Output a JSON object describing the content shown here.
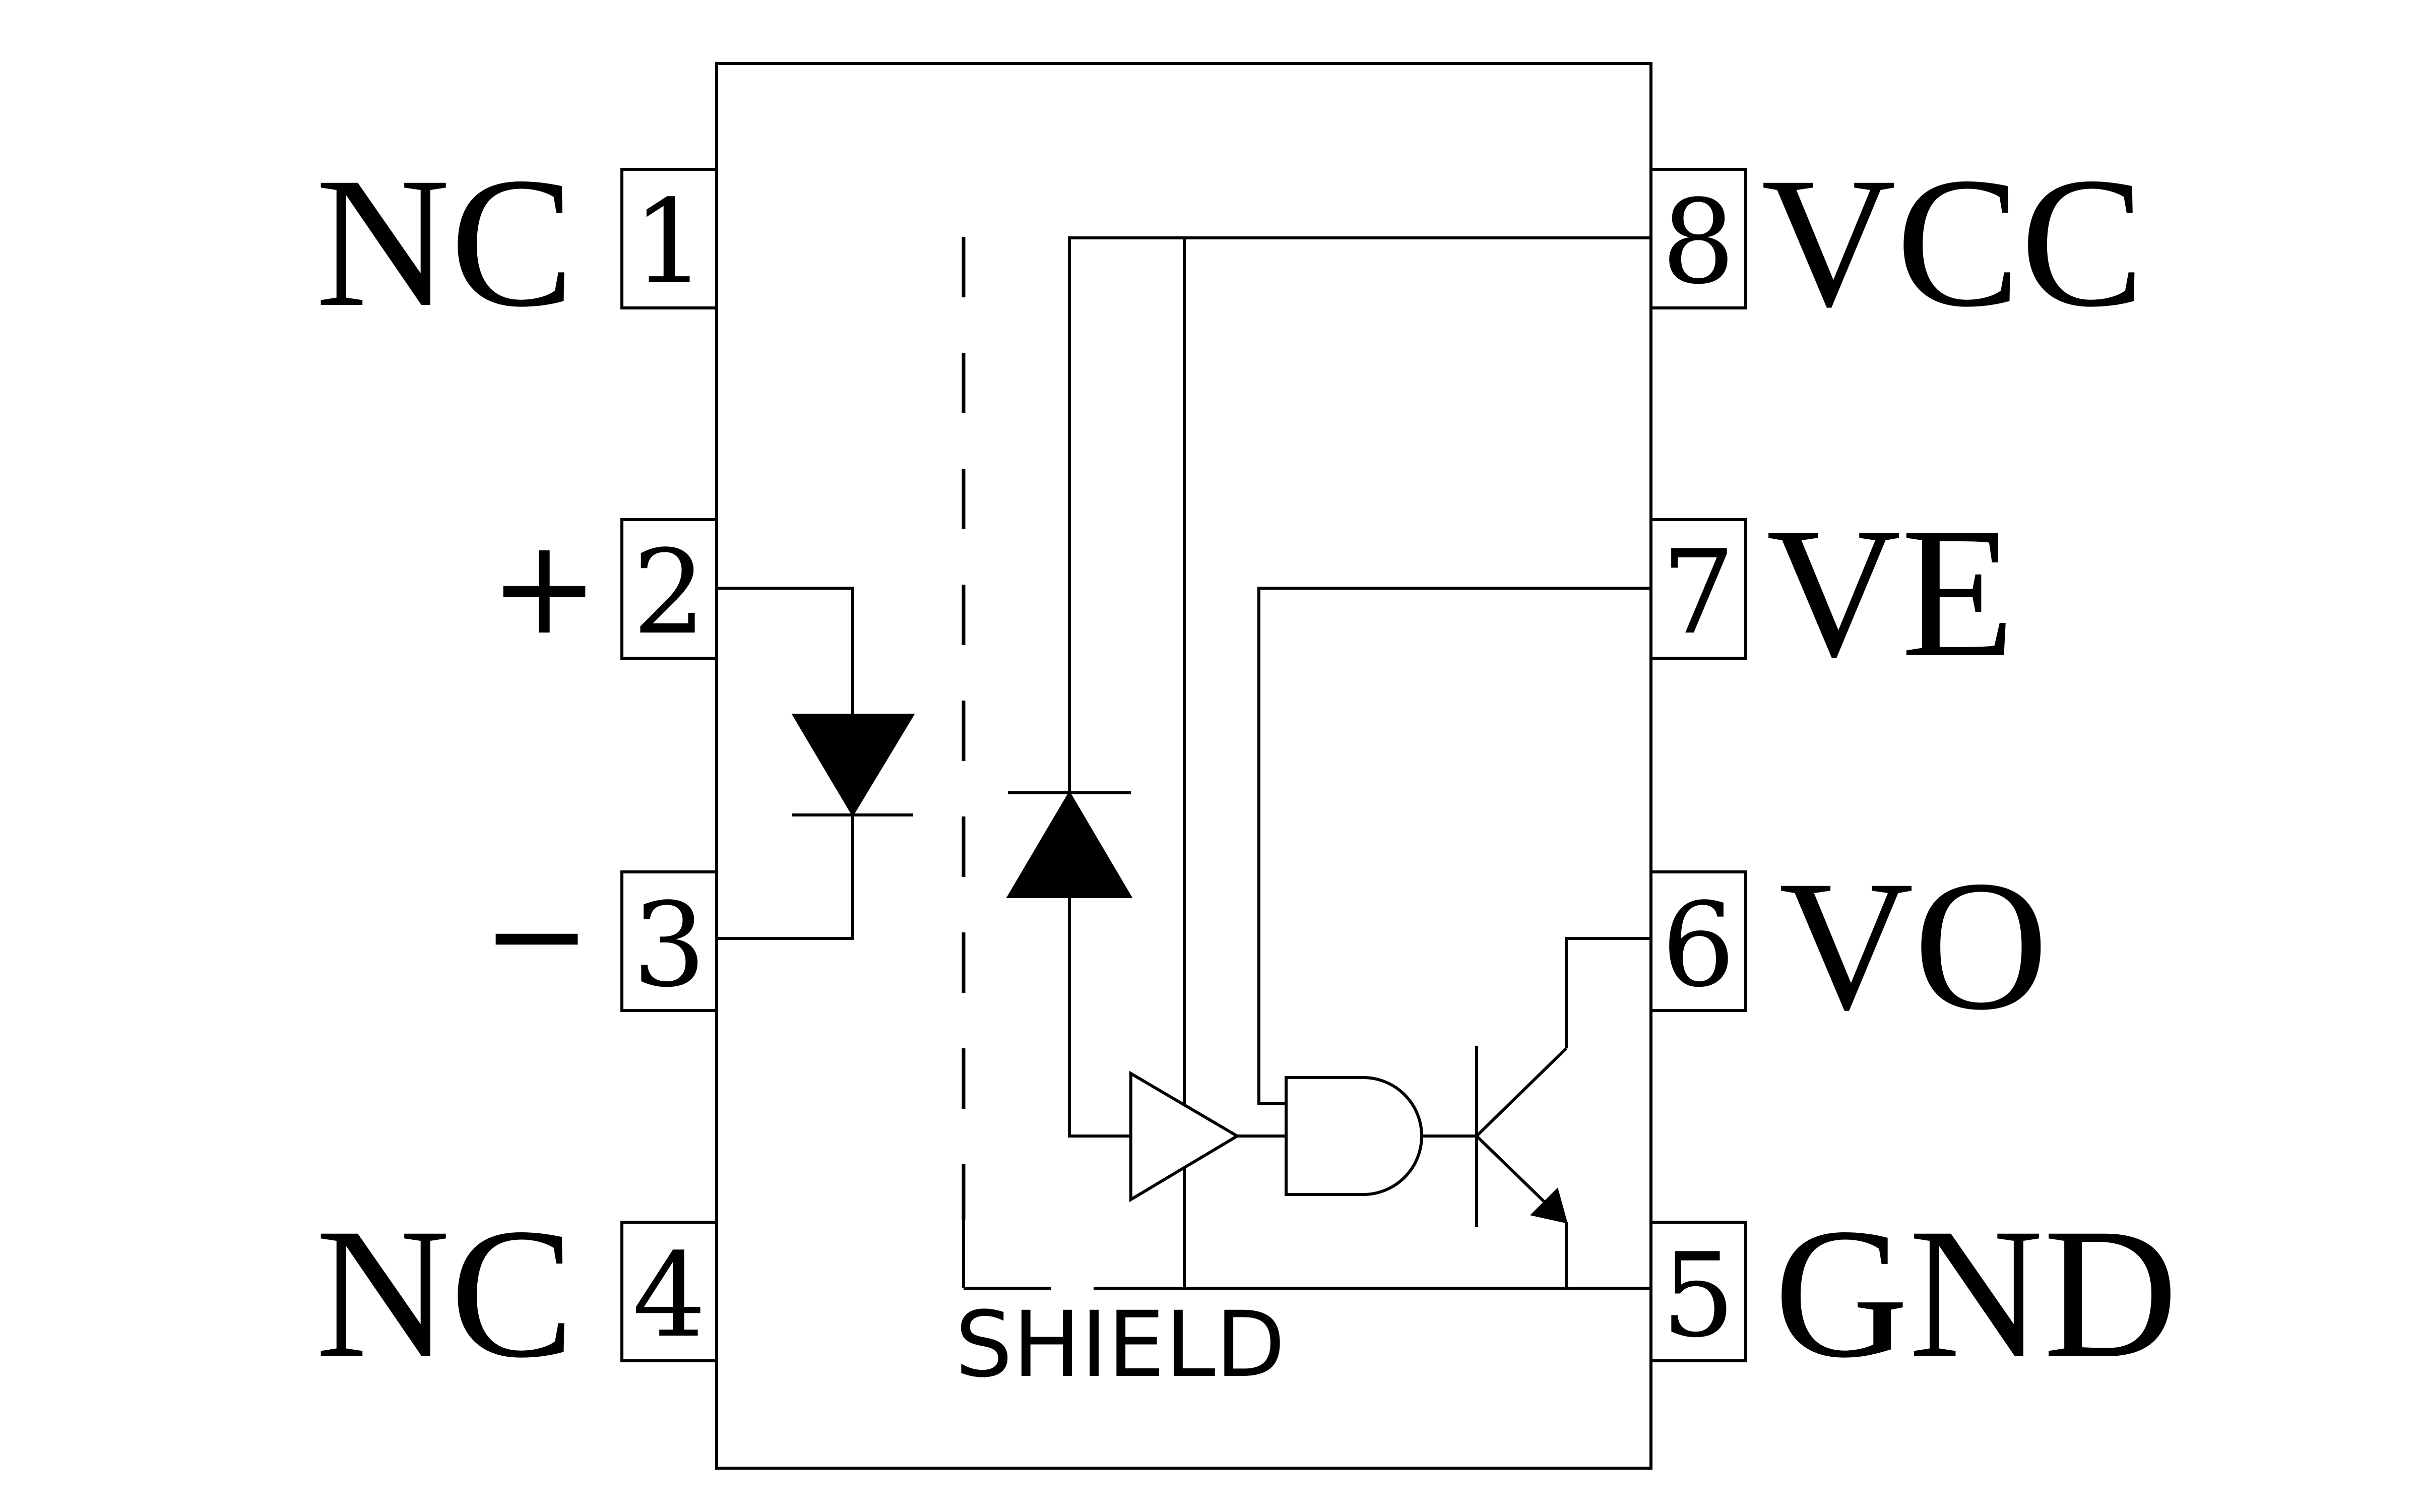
{
  "diagram": {
    "pins": [
      {
        "num": "1",
        "label": "NC"
      },
      {
        "num": "2",
        "label": "+"
      },
      {
        "num": "3",
        "label": "−"
      },
      {
        "num": "4",
        "label": "NC"
      },
      {
        "num": "5",
        "label": "GND"
      },
      {
        "num": "6",
        "label": "VO"
      },
      {
        "num": "7",
        "label": "VE"
      },
      {
        "num": "8",
        "label": "VCC"
      }
    ],
    "shield_label": "SHIELD",
    "components": {
      "input_led": "led-icon",
      "photodiode": "photodiode-icon",
      "amplifier": "buffer-amplifier-icon",
      "gate": "and-gate-icon",
      "output_transistor": "npn-transistor-icon"
    },
    "colors": {
      "stroke": "#000000",
      "background": "#ffffff"
    }
  }
}
